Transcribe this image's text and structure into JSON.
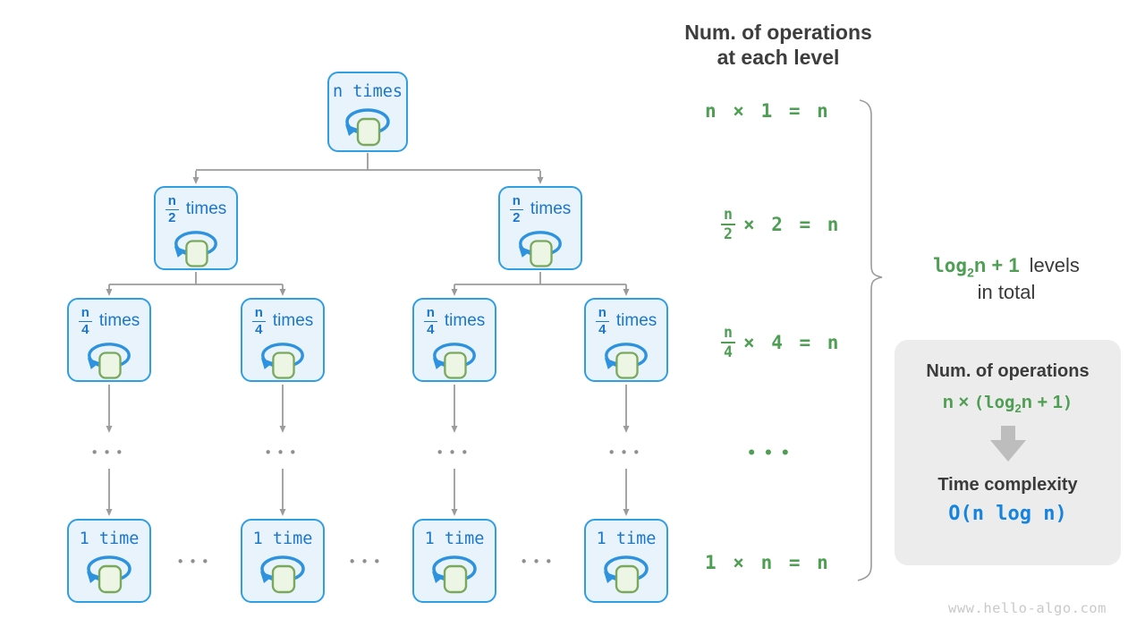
{
  "header": {
    "line1": "Num. of operations",
    "line2": "at each level"
  },
  "tree": {
    "root": {
      "label": "n times"
    },
    "level2": {
      "frac_num": "n",
      "frac_den": "2",
      "suffix": "times"
    },
    "level3": {
      "frac_num": "n",
      "frac_den": "4",
      "suffix": "times"
    },
    "level4": {
      "label": "1 time"
    },
    "dots": "•••"
  },
  "equations": {
    "row1": "n × 1 = n",
    "row2": {
      "frac_num": "n",
      "frac_den": "2",
      "rest": "× 2 = n"
    },
    "row3": {
      "frac_num": "n",
      "frac_den": "4",
      "rest": "× 4 = n"
    },
    "dots": "•••",
    "row4": "1 × n = n"
  },
  "levels_note": {
    "log": "log",
    "sub": "2",
    "tail": "n + 1",
    "dark1": "levels",
    "dark2": "in total"
  },
  "summary_box": {
    "title": "Num. of operations",
    "formula": {
      "a": "n × ",
      "b": "(log",
      "sub": "2",
      "c": "n + 1",
      "d": ")"
    },
    "result_label": "Time complexity",
    "result": "O(n log n)"
  },
  "watermark": "www.hello-algo.com",
  "colors": {
    "node_fill": "#e9f3fb",
    "node_border": "#2f9ee3",
    "node_text": "#1b76cc",
    "loop_arrow": "#2d93de",
    "inner_square_fill": "#edf5e4",
    "inner_square_border": "#79a95c",
    "connector_gray": "#9b9b9b",
    "equation_green": "#4e9e53",
    "dark_text": "#3d3d3d",
    "summary_box_bg": "#ececec",
    "result_blue": "#1583e0",
    "watermark_gray": "#c9c9c9"
  }
}
